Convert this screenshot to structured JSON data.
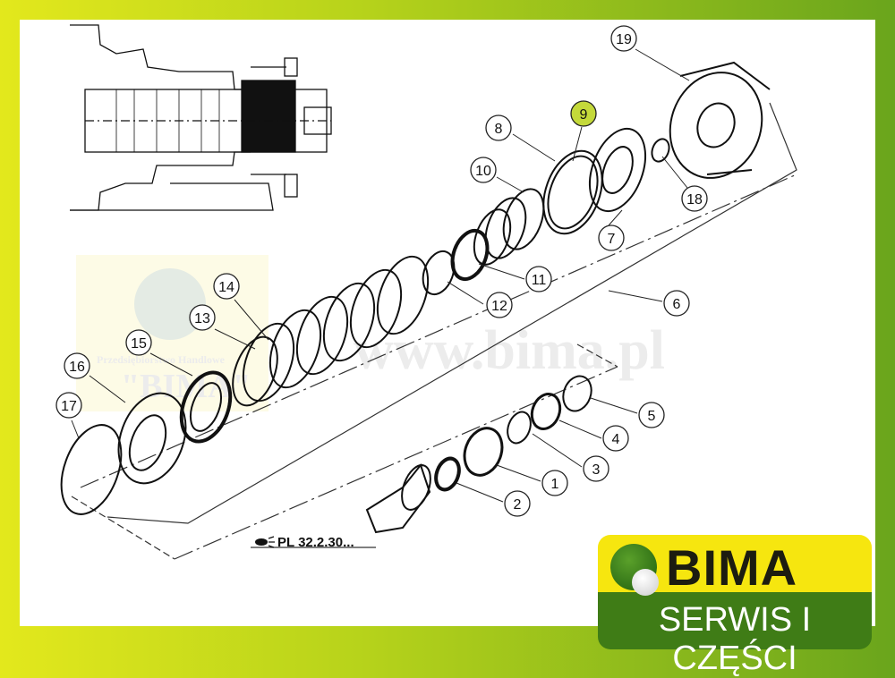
{
  "diagram": {
    "callouts": [
      "19",
      "9",
      "8",
      "10",
      "18",
      "7",
      "11",
      "12",
      "6",
      "14",
      "13",
      "15",
      "16",
      "17",
      "5",
      "4",
      "3",
      "1",
      "2"
    ],
    "highlighted_callout": "9",
    "highlight_color": "#c4d93a",
    "reference_label": "PL 32.2.30...",
    "reference_icon": "eye-icon"
  },
  "watermark": {
    "url": "www.bima.pl",
    "company_line": "Przedsiębiorstwo Handlowe",
    "company_name": "\"BIMA\""
  },
  "logo": {
    "name": "BIMA",
    "tagline": "SERWIS I CZĘŚCI",
    "colors": {
      "yellow": "#f6e60f",
      "green": "#3f7c16"
    }
  }
}
